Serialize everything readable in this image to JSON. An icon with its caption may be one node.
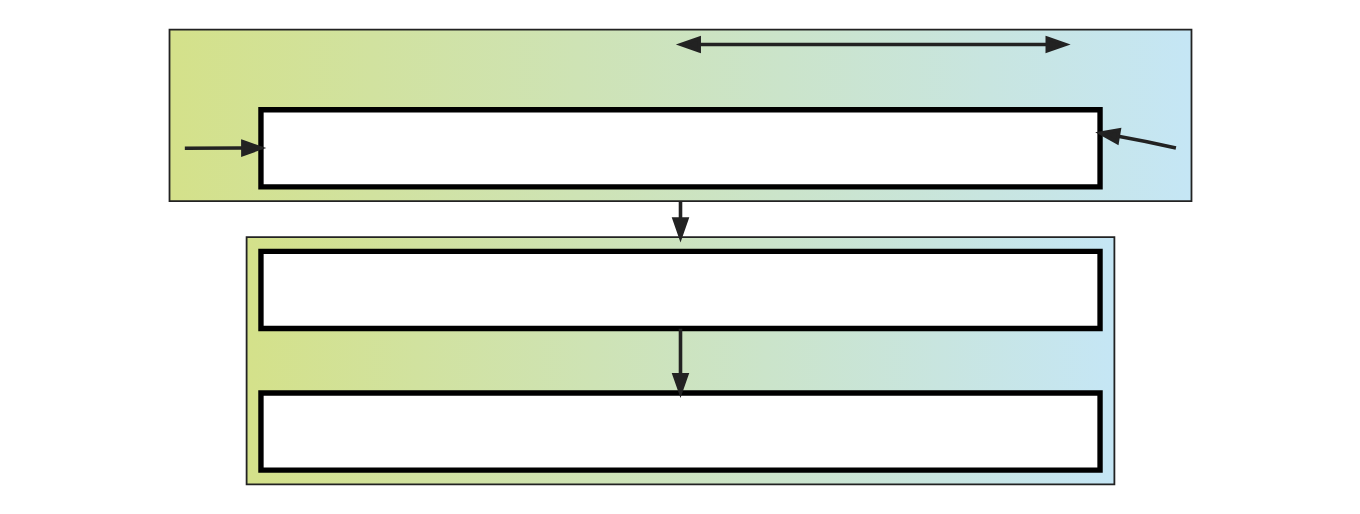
{
  "diagram": {
    "nodes": [
      {
        "text": [],
        "shape": "box"
      },
      {
        "text": [],
        "shape": "box",
        "in": 0
      },
      {
        "text": [],
        "shape": "box"
      },
      {
        "text": [],
        "shape": "box",
        "in": 2
      },
      {
        "text": [],
        "shape": "box",
        "in": 2
      }
    ],
    "edges": [
      {
        "from": null,
        "to": 1,
        "arrow": "to"
      },
      {
        "from": null,
        "to": 1,
        "arrow": "to"
      },
      {
        "from": 0,
        "to": 2,
        "arrow": "to"
      },
      {
        "from": 3,
        "to": 4,
        "arrow": "to"
      }
    ]
  }
}
